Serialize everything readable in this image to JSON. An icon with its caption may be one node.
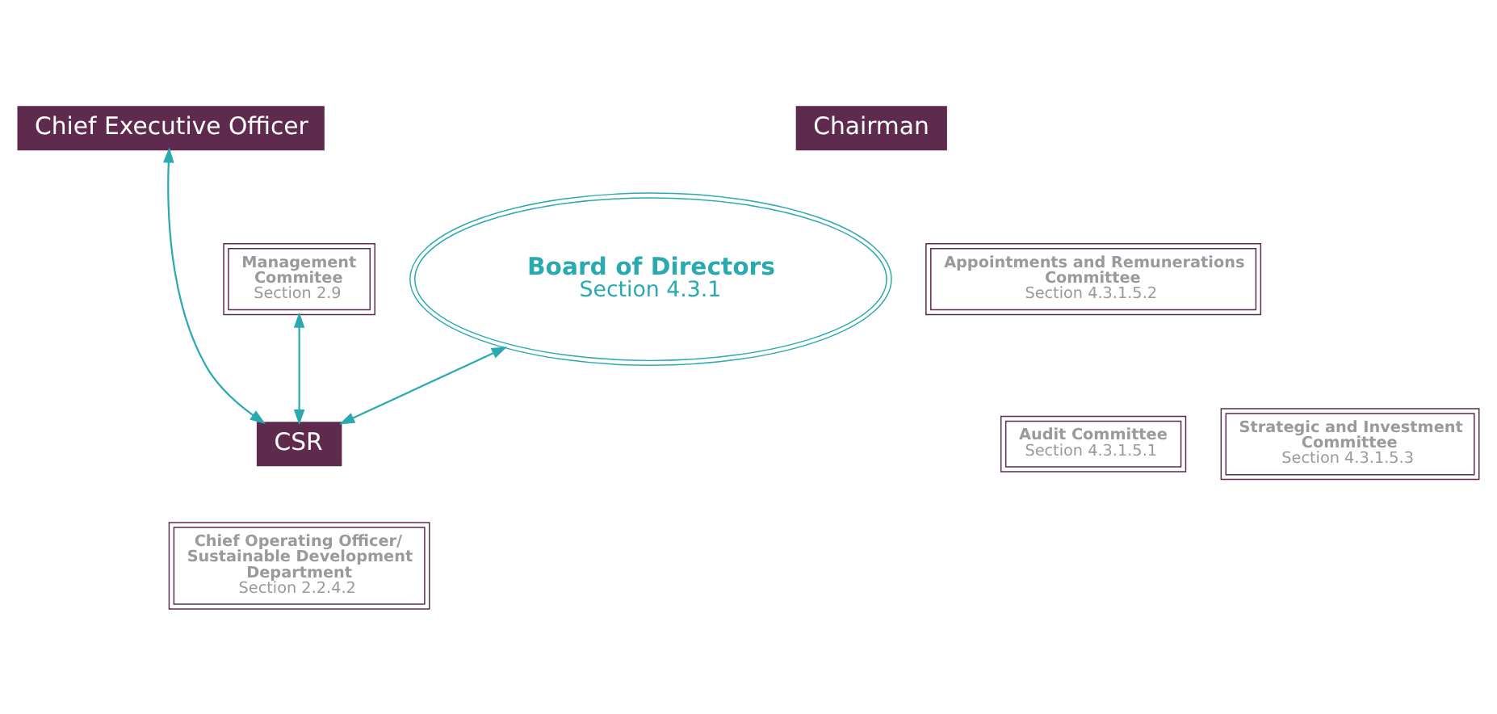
{
  "diagram": {
    "nodes": [
      {
        "text": [
          "Board of Directors",
          "Section 4.3.1"
        ]
      },
      {
        "text": [
          "Chairman"
        ]
      },
      {
        "text": [
          "Appointments and Remunerations Committee",
          "Section 4.3.1.5.2"
        ]
      },
      {
        "text": [
          "Chief Executive Officer"
        ]
      },
      {
        "text": [
          "Audit Committee",
          "Section 4.3.1.5.1"
        ]
      },
      {
        "text": [
          "Management Commitee",
          "Section 2.9"
        ]
      },
      {
        "text": [
          "Strategic and Investment Committee",
          "Section 4.3.1.5.3"
        ]
      },
      {
        "text": [
          "CSR"
        ]
      },
      {
        "text": [
          "Chief Operating Officer/ Sustainable Development Department",
          "Section 2.2.4.2"
        ]
      }
    ],
    "edges": [
      {
        "from": 0,
        "to": 7,
        "arrow": "both"
      },
      {
        "from": 3,
        "to": 7,
        "arrow": "both"
      },
      {
        "from": 5,
        "to": 7,
        "arrow": "both"
      }
    ]
  }
}
